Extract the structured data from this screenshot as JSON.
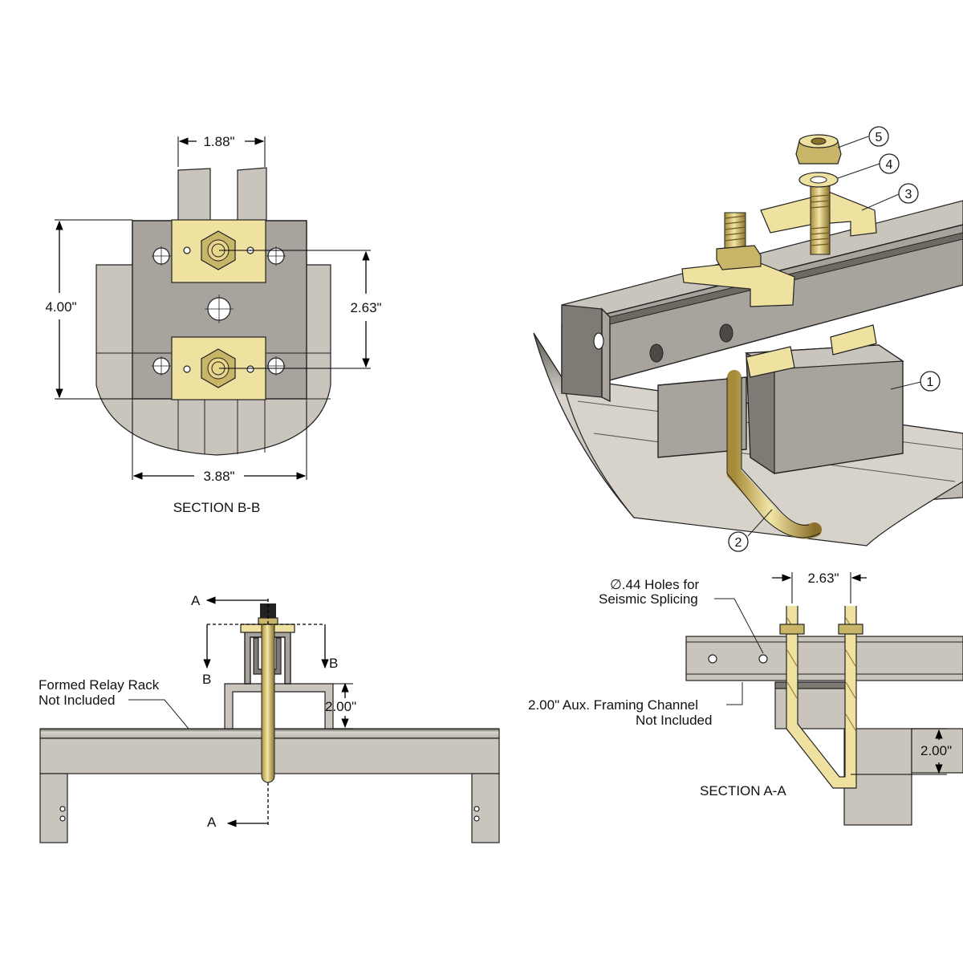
{
  "section_bb": {
    "title": "SECTION B-B",
    "dim_width_top": "1.88\"",
    "dim_height": "4.00\"",
    "dim_bolt_spacing": "2.63\"",
    "dim_width_bottom": "3.88\""
  },
  "iso_view": {
    "callouts": [
      "1",
      "2",
      "3",
      "4",
      "5"
    ]
  },
  "front_view": {
    "label_line1": "Formed Relay Rack",
    "label_line2": "Not Included",
    "dim_channel_height": "2.00\"",
    "section_mark_a": "A",
    "section_mark_b": "B"
  },
  "section_aa": {
    "title": "SECTION A-A",
    "dim_top": "2.63\"",
    "dim_side": "2.00\"",
    "holes_note_line1": "∅.44 Holes for",
    "holes_note_line2": "Seismic Splicing",
    "channel_note_line1": "2.00\" Aux. Framing Channel",
    "channel_note_line2": "Not Included"
  },
  "colors": {
    "steel": "#a8a39c",
    "brass": "#efe2a0",
    "line": "#222222"
  }
}
